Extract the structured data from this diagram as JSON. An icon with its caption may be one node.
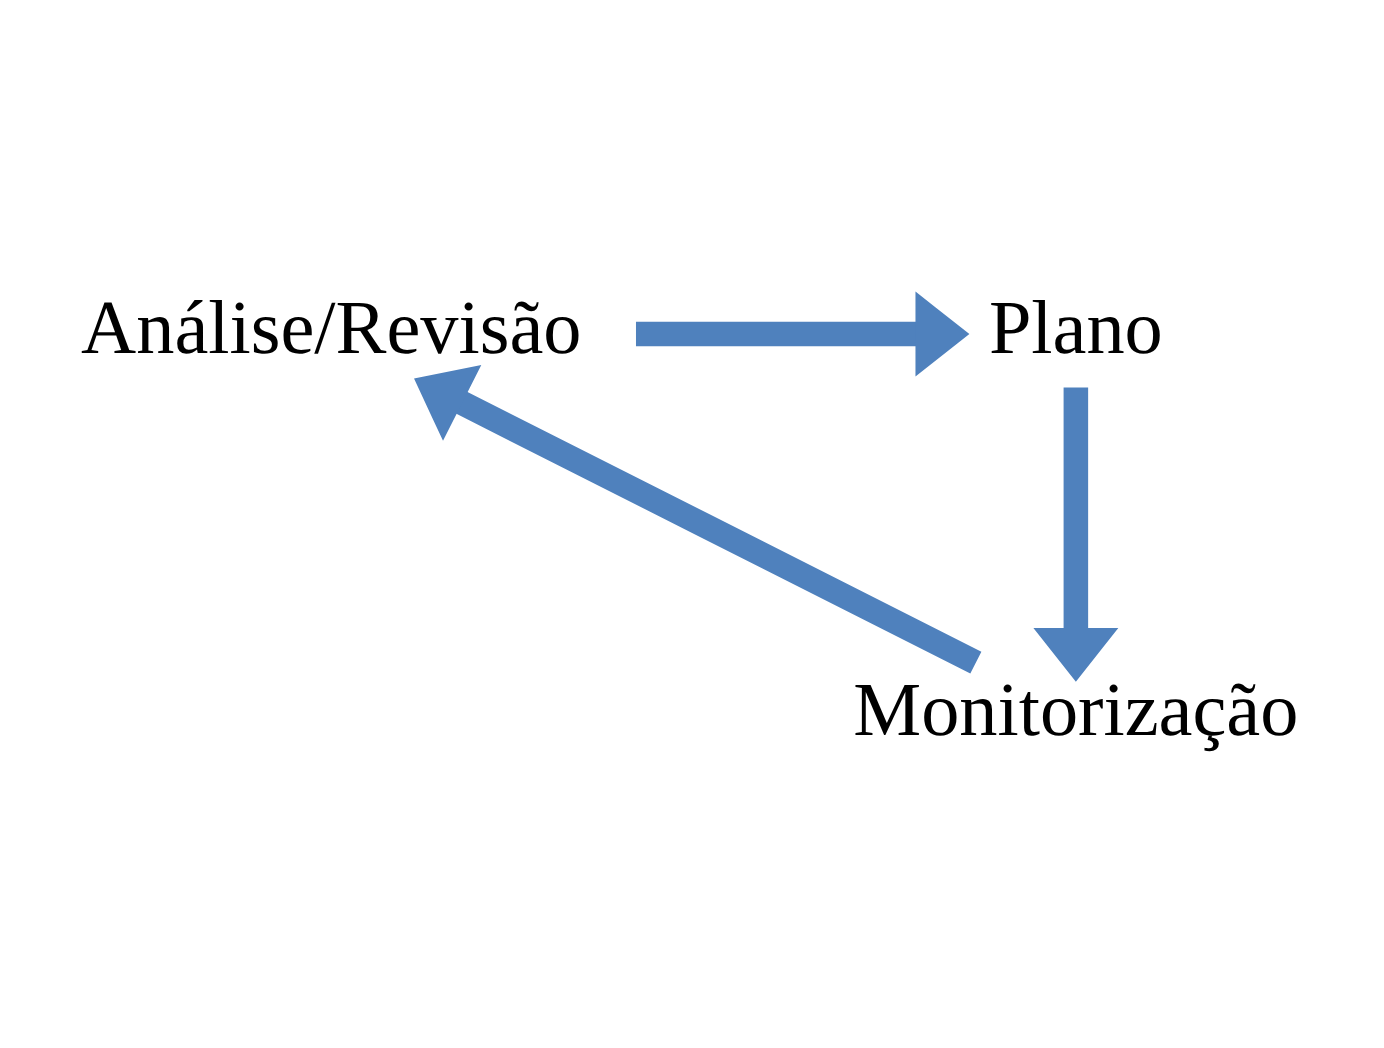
{
  "diagram": {
    "nodes": [
      {
        "text": [
          "Análise/Revisão"
        ]
      },
      {
        "text": [
          "Plano"
        ]
      },
      {
        "text": [
          "Monitorização"
        ]
      }
    ],
    "edges": [
      {
        "from": 0,
        "to": 1,
        "arrow": "to"
      },
      {
        "from": 1,
        "to": 2,
        "arrow": "to"
      },
      {
        "from": 2,
        "to": 0,
        "arrow": "to"
      }
    ]
  }
}
